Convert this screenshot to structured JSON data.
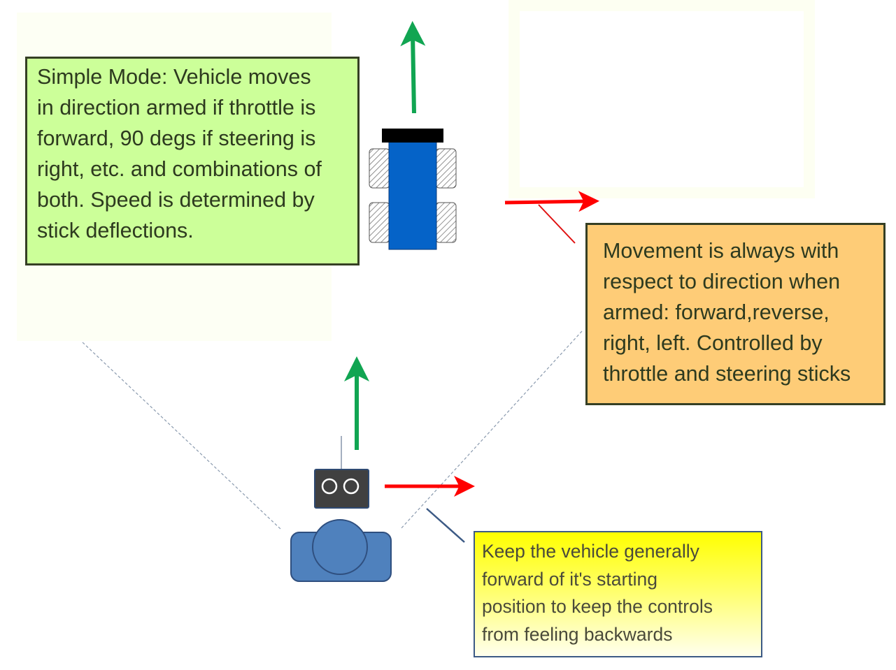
{
  "diagram": {
    "title": "Simple Mode vehicle control",
    "notes": {
      "simple_mode": {
        "text": "Simple Mode: Vehicle moves in direction armed if throttle is forward, 90 degs if steering is right, etc. and combinations of both. Speed is determined by stick deflections.",
        "lines": [
          "Simple Mode: Vehicle moves",
          "in direction armed if throttle is",
          "forward, 90 degs if steering is",
          "right, etc. and combinations of",
          "both. Speed is determined by",
          "stick deflections."
        ],
        "fill": "#ccff99",
        "border": "#353f24"
      },
      "movement": {
        "text": "Movement is always with respect to direction when armed: forward,reverse, right, left. Controlled by throttle and steering sticks",
        "lines": [
          "Movement is always with",
          "respect to direction when",
          "armed: forward,reverse,",
          "right, left. Controlled by",
          "throttle and steering sticks"
        ],
        "fill": "#fecc77",
        "border": "#353f24"
      },
      "keep_forward": {
        "text": "Keep the vehicle generally forward of it's starting position to keep the controls from feeling backwards",
        "lines": [
          "Keep the vehicle generally",
          "forward of it's starting",
          "position to keep the controls",
          "from feeling backwards"
        ],
        "fill_top": "#ffff00",
        "fill_bottom": "#ffffee",
        "border": "#3c5a85"
      }
    },
    "shapes": {
      "vehicle": {
        "icon": "vehicle-top-view-icon",
        "body_color": "#0563c8",
        "front_bar_color": "#000000",
        "wheel_pattern": "hatched"
      },
      "transmitter": {
        "icon": "rc-transmitter-icon",
        "body_color": "#404040",
        "border_color": "#2f4a72"
      },
      "pilot": {
        "icon": "pilot-top-view-icon",
        "fill": "#4f81bd",
        "stroke": "#2f4f7f"
      }
    },
    "arrows": {
      "throttle_color": "#11a552",
      "steering_color": "#ff0000",
      "connector_color": "#3c5a85",
      "view_cone_color": "#8a9aae"
    }
  }
}
